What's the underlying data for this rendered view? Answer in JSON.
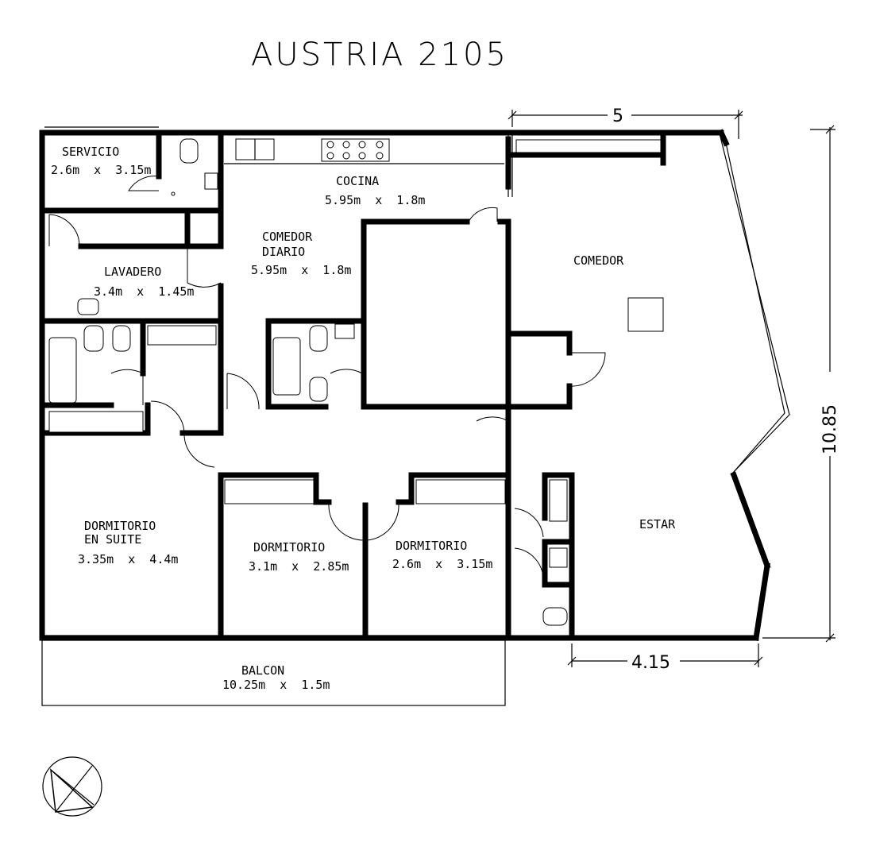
{
  "title": "AUSTRIA 2105",
  "rooms": {
    "servicio": {
      "name": "SERVICIO",
      "size": "2.6m  x  3.15m"
    },
    "cocina": {
      "name": "COCINA",
      "size": "5.95m  x  1.8m"
    },
    "comedor_diario": {
      "name1": "COMEDOR",
      "name2": "DIARIO",
      "size": "5.95m  x  1.8m"
    },
    "lavadero": {
      "name": "LAVADERO",
      "size": "3.4m  x  1.45m"
    },
    "comedor": {
      "name": "COMEDOR"
    },
    "estar": {
      "name": "ESTAR"
    },
    "suite": {
      "name1": "DORMITORIO",
      "name2": "EN SUITE",
      "size": "3.35m  x  4.4m"
    },
    "dorm1": {
      "name": "DORMITORIO",
      "size": "3.1m  x  2.85m"
    },
    "dorm2": {
      "name": "DORMITORIO",
      "size": "2.6m  x  3.15m"
    },
    "balcon": {
      "name": "BALCON",
      "size": "10.25m  x  1.5m"
    }
  },
  "dimensions": {
    "top": "5",
    "right": "10.85",
    "bottom": "4.15"
  }
}
